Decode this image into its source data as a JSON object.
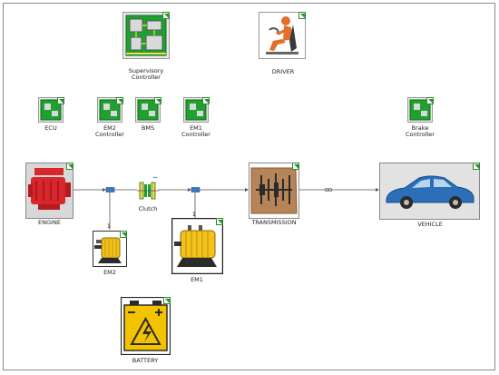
{
  "blocks": {
    "supervisory_controller": "Supervisory\nController",
    "driver": "DRIVER",
    "ecu": "ECU",
    "em2_controller": "EM2\nController",
    "bms": "BMS",
    "em1_controller": "EM1\nController",
    "brake_controller": "Brake\nController",
    "engine": "ENGINE",
    "clutch": "Clutch",
    "transmission": "TRANSMISSION",
    "vehicle": "VEHICLE",
    "em2": "EM2",
    "em1": "EM1",
    "battery": "BATTERY"
  },
  "port_labels": {
    "em2_port": "1",
    "em1_port": "1"
  },
  "colors": {
    "chip_green": "#1fa12f",
    "engine_red": "#d8262b",
    "motor_yellow": "#f2c21b",
    "battery_yellow": "#f4c300",
    "car_blue": "#2a6fb8",
    "link_blue": "#2a5fa8",
    "transmission_brown": "#8a5a2e"
  },
  "icons": {
    "supervisory_controller": "circuit-board-icon",
    "driver": "driver-seated-icon",
    "ecu": "chip-icon",
    "engine": "engine-icon",
    "clutch": "clutch-icon",
    "transmission": "gearbox-icon",
    "vehicle": "car-icon",
    "em2": "electric-motor-icon",
    "em1": "electric-motor-icon",
    "battery": "battery-icon"
  }
}
